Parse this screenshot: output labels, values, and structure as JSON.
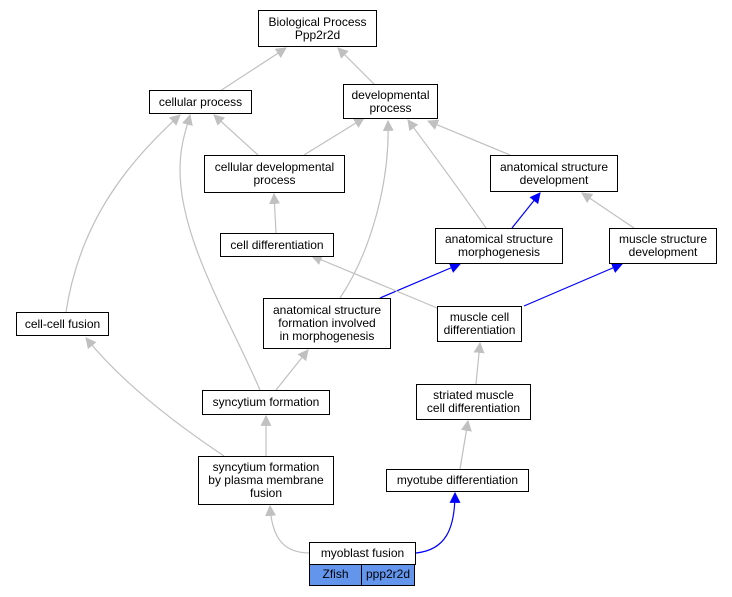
{
  "colors": {
    "edge_gray": "#c0c0c0",
    "edge_blue": "#0000ff",
    "tag_fill": "#6495ed",
    "node_border": "#000000"
  },
  "nodes": {
    "root": [
      "Biological Process",
      "Ppp2r2d"
    ],
    "cellular_process": [
      "cellular process"
    ],
    "developmental_process": [
      "developmental",
      "process"
    ],
    "cellular_developmental_process": [
      "cellular developmental",
      "process"
    ],
    "anatomical_structure_development": [
      "anatomical structure",
      "development"
    ],
    "cell_differentiation": [
      "cell differentiation"
    ],
    "anatomical_structure_morphogenesis": [
      "anatomical structure",
      "morphogenesis"
    ],
    "muscle_structure_development": [
      "muscle structure",
      "development"
    ],
    "cell_cell_fusion": [
      "cell-cell fusion"
    ],
    "anatomical_structure_formation": [
      "anatomical structure",
      "formation involved",
      "in morphogenesis"
    ],
    "muscle_cell_differentiation": [
      "muscle cell",
      "differentiation"
    ],
    "striated_muscle_cell_differentiation": [
      "striated muscle",
      "cell differentiation"
    ],
    "syncytium_formation": [
      "syncytium formation"
    ],
    "syncytium_formation_plasma": [
      "syncytium formation",
      "by plasma membrane",
      "fusion"
    ],
    "myotube_differentiation": [
      "myotube differentiation"
    ],
    "myoblast_fusion": [
      "myoblast fusion"
    ]
  },
  "gene_tags": {
    "species": "Zfish",
    "gene": "ppp2r2d"
  }
}
